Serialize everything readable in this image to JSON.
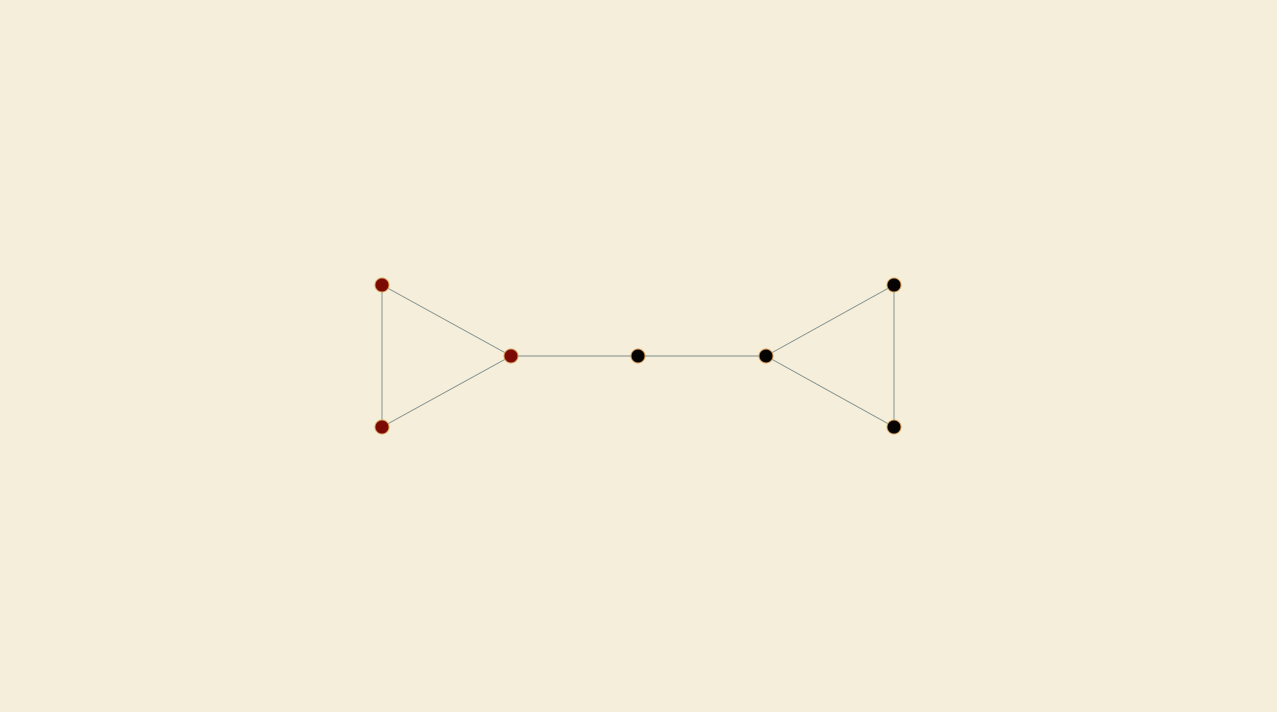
{
  "background_color": "#f4eedb",
  "edge_color": "#7e8c8a",
  "node_outline_color": "#d8a256",
  "nodes": [
    {
      "id": "n1",
      "color": "#7b0a04"
    },
    {
      "id": "n2",
      "color": "#7b0a04"
    },
    {
      "id": "n3",
      "color": "#7b0a04"
    },
    {
      "id": "n4",
      "color": "#050403"
    },
    {
      "id": "n5",
      "color": "#050403"
    },
    {
      "id": "n6",
      "color": "#050403"
    },
    {
      "id": "n7",
      "color": "#050403"
    }
  ],
  "edges": [
    [
      "n1",
      "n2"
    ],
    [
      "n1",
      "n3"
    ],
    [
      "n2",
      "n3"
    ],
    [
      "n3",
      "n4"
    ],
    [
      "n4",
      "n5"
    ],
    [
      "n5",
      "n6"
    ],
    [
      "n5",
      "n7"
    ],
    [
      "n6",
      "n7"
    ]
  ]
}
